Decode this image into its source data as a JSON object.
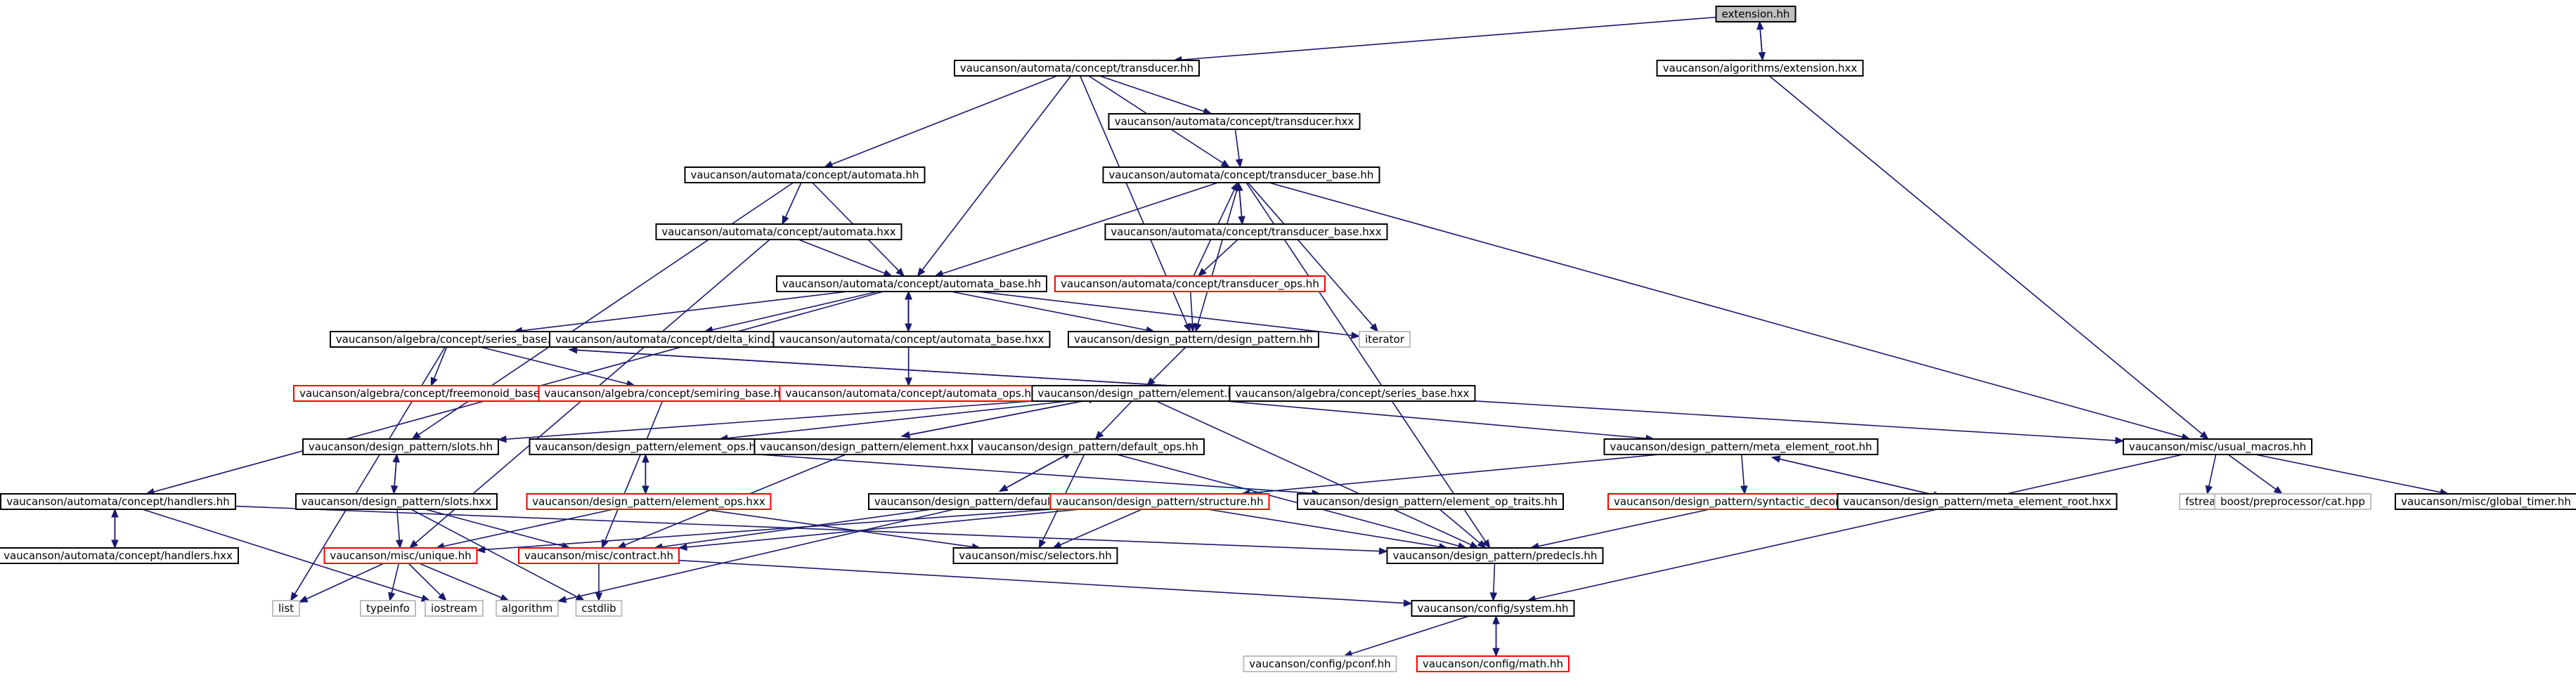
{
  "colors": {
    "edge": "#191970",
    "border_normal": "#000000",
    "border_missing": "#bfbfbf",
    "border_truncated": "#ff0000",
    "root_fill": "#bfbfbf"
  },
  "nodes": [
    {
      "id": "extension_hh",
      "label": "extension.hh",
      "kind": "root"
    },
    {
      "id": "transducer_hh",
      "label": "vaucanson/automata/concept/transducer.hh",
      "kind": "normal"
    },
    {
      "id": "algo_extension_hxx",
      "label": "vaucanson/algorithms/extension.hxx",
      "kind": "normal"
    },
    {
      "id": "transducer_hxx",
      "label": "vaucanson/automata/concept/transducer.hxx",
      "kind": "normal"
    },
    {
      "id": "automata_hh",
      "label": "vaucanson/automata/concept/automata.hh",
      "kind": "normal"
    },
    {
      "id": "transducer_base_hh",
      "label": "vaucanson/automata/concept/transducer_base.hh",
      "kind": "normal"
    },
    {
      "id": "automata_hxx",
      "label": "vaucanson/automata/concept/automata.hxx",
      "kind": "normal"
    },
    {
      "id": "transducer_base_hxx",
      "label": "vaucanson/automata/concept/transducer_base.hxx",
      "kind": "normal"
    },
    {
      "id": "transducer_ops_hh",
      "label": "vaucanson/automata/concept/transducer_ops.hh",
      "kind": "truncated"
    },
    {
      "id": "automata_base_hh",
      "label": "vaucanson/automata/concept/automata_base.hh",
      "kind": "normal"
    },
    {
      "id": "series_base_hh",
      "label": "vaucanson/algebra/concept/series_base.hh",
      "kind": "normal"
    },
    {
      "id": "delta_kind_hh",
      "label": "vaucanson/automata/concept/delta_kind.hh",
      "kind": "normal"
    },
    {
      "id": "automata_base_hxx",
      "label": "vaucanson/automata/concept/automata_base.hxx",
      "kind": "normal"
    },
    {
      "id": "design_pattern_hh",
      "label": "vaucanson/design_pattern/design_pattern.hh",
      "kind": "normal"
    },
    {
      "id": "iterator",
      "label": "iterator",
      "kind": "missing"
    },
    {
      "id": "freemonoid_base_hh",
      "label": "vaucanson/algebra/concept/freemonoid_base.hh",
      "kind": "truncated"
    },
    {
      "id": "semiring_base_hh",
      "label": "vaucanson/algebra/concept/semiring_base.hh",
      "kind": "truncated"
    },
    {
      "id": "automata_ops_hh",
      "label": "vaucanson/automata/concept/automata_ops.hh",
      "kind": "truncated"
    },
    {
      "id": "element_hh",
      "label": "vaucanson/design_pattern/element.hh",
      "kind": "normal"
    },
    {
      "id": "series_base_hxx",
      "label": "vaucanson/algebra/concept/series_base.hxx",
      "kind": "normal"
    },
    {
      "id": "slots_hh",
      "label": "vaucanson/design_pattern/slots.hh",
      "kind": "normal"
    },
    {
      "id": "element_ops_hh",
      "label": "vaucanson/design_pattern/element_ops.hh",
      "kind": "normal"
    },
    {
      "id": "element_hxx",
      "label": "vaucanson/design_pattern/element.hxx",
      "kind": "normal"
    },
    {
      "id": "default_ops_hh",
      "label": "vaucanson/design_pattern/default_ops.hh",
      "kind": "normal"
    },
    {
      "id": "meta_element_root_hh",
      "label": "vaucanson/design_pattern/meta_element_root.hh",
      "kind": "normal"
    },
    {
      "id": "usual_macros_hh",
      "label": "vaucanson/misc/usual_macros.hh",
      "kind": "normal"
    },
    {
      "id": "handlers_hh",
      "label": "vaucanson/automata/concept/handlers.hh",
      "kind": "normal"
    },
    {
      "id": "slots_hxx",
      "label": "vaucanson/design_pattern/slots.hxx",
      "kind": "normal"
    },
    {
      "id": "element_ops_hxx",
      "label": "vaucanson/design_pattern/element_ops.hxx",
      "kind": "truncated"
    },
    {
      "id": "default_ops_hxx",
      "label": "vaucanson/design_pattern/default_ops.hxx",
      "kind": "normal"
    },
    {
      "id": "structure_hh",
      "label": "vaucanson/design_pattern/structure.hh",
      "kind": "truncated"
    },
    {
      "id": "element_op_traits_hh",
      "label": "vaucanson/design_pattern/element_op_traits.hh",
      "kind": "normal"
    },
    {
      "id": "syntactic_decorator_hh",
      "label": "vaucanson/design_pattern/syntactic_decorator.hh",
      "kind": "truncated"
    },
    {
      "id": "meta_element_root_hxx",
      "label": "vaucanson/design_pattern/meta_element_root.hxx",
      "kind": "normal"
    },
    {
      "id": "fstream",
      "label": "fstream",
      "kind": "missing"
    },
    {
      "id": "boost_cat",
      "label": "boost/preprocessor/cat.hpp",
      "kind": "missing"
    },
    {
      "id": "global_timer_hh",
      "label": "vaucanson/misc/global_timer.hh",
      "kind": "normal"
    },
    {
      "id": "handlers_hxx",
      "label": "vaucanson/automata/concept/handlers.hxx",
      "kind": "normal"
    },
    {
      "id": "unique_hh",
      "label": "vaucanson/misc/unique.hh",
      "kind": "truncated"
    },
    {
      "id": "contract_hh",
      "label": "vaucanson/misc/contract.hh",
      "kind": "truncated"
    },
    {
      "id": "selectors_hh",
      "label": "vaucanson/misc/selectors.hh",
      "kind": "normal"
    },
    {
      "id": "predecls_hh",
      "label": "vaucanson/design_pattern/predecls.hh",
      "kind": "normal"
    },
    {
      "id": "list",
      "label": "list",
      "kind": "missing"
    },
    {
      "id": "typeinfo",
      "label": "typeinfo",
      "kind": "missing"
    },
    {
      "id": "iostream",
      "label": "iostream",
      "kind": "missing"
    },
    {
      "id": "algorithm",
      "label": "algorithm",
      "kind": "missing"
    },
    {
      "id": "cstdlib",
      "label": "cstdlib",
      "kind": "missing"
    },
    {
      "id": "system_hh",
      "label": "vaucanson/config/system.hh",
      "kind": "normal"
    },
    {
      "id": "pconf_hh",
      "label": "vaucanson/config/pconf.hh",
      "kind": "missing"
    },
    {
      "id": "math_hh",
      "label": "vaucanson/config/math.hh",
      "kind": "truncated"
    }
  ],
  "edges": [
    [
      "extension_hh",
      "transducer_hh"
    ],
    [
      "extension_hh",
      "algo_extension_hxx"
    ],
    [
      "algo_extension_hxx",
      "extension_hh"
    ],
    [
      "algo_extension_hxx",
      "usual_macros_hh"
    ],
    [
      "transducer_hh",
      "automata_hh"
    ],
    [
      "transducer_hh",
      "transducer_hxx"
    ],
    [
      "transducer_hh",
      "transducer_base_hh"
    ],
    [
      "transducer_hh",
      "automata_base_hh"
    ],
    [
      "transducer_hh",
      "design_pattern_hh"
    ],
    [
      "transducer_hxx",
      "transducer_base_hh"
    ],
    [
      "automata_hh",
      "automata_hxx"
    ],
    [
      "automata_hh",
      "automata_base_hh"
    ],
    [
      "automata_hh",
      "slots_hh"
    ],
    [
      "automata_hxx",
      "automata_base_hh"
    ],
    [
      "automata_hxx",
      "unique_hh"
    ],
    [
      "transducer_base_hh",
      "transducer_base_hxx"
    ],
    [
      "transducer_base_hh",
      "automata_base_hh"
    ],
    [
      "transducer_base_hh",
      "design_pattern_hh"
    ],
    [
      "transducer_base_hh",
      "iterator"
    ],
    [
      "transducer_base_hh",
      "usual_macros_hh"
    ],
    [
      "transducer_base_hh",
      "predecls_hh"
    ],
    [
      "transducer_base_hxx",
      "transducer_base_hh"
    ],
    [
      "transducer_base_hxx",
      "transducer_ops_hh"
    ],
    [
      "transducer_ops_hh",
      "transducer_base_hh"
    ],
    [
      "transducer_ops_hh",
      "design_pattern_hh"
    ],
    [
      "automata_base_hh",
      "series_base_hh"
    ],
    [
      "automata_base_hh",
      "delta_kind_hh"
    ],
    [
      "automata_base_hh",
      "automata_base_hxx"
    ],
    [
      "automata_base_hh",
      "design_pattern_hh"
    ],
    [
      "automata_base_hh",
      "iterator"
    ],
    [
      "automata_base_hh",
      "handlers_hh"
    ],
    [
      "automata_base_hh",
      "automata_ops_hh"
    ],
    [
      "automata_base_hxx",
      "automata_base_hh"
    ],
    [
      "automata_ops_hh",
      "automata_base_hh"
    ],
    [
      "series_base_hh",
      "freemonoid_base_hh"
    ],
    [
      "series_base_hh",
      "semiring_base_hh"
    ],
    [
      "series_base_hh",
      "series_base_hxx"
    ],
    [
      "series_base_hh",
      "list"
    ],
    [
      "series_base_hxx",
      "series_base_hh"
    ],
    [
      "series_base_hxx",
      "usual_macros_hh"
    ],
    [
      "semiring_base_hh",
      "contract_hh"
    ],
    [
      "design_pattern_hh",
      "element_hh"
    ],
    [
      "element_hh",
      "slots_hh"
    ],
    [
      "element_hh",
      "element_ops_hh"
    ],
    [
      "element_hh",
      "element_hxx"
    ],
    [
      "element_hh",
      "default_ops_hh"
    ],
    [
      "element_hh",
      "meta_element_root_hh"
    ],
    [
      "element_hh",
      "predecls_hh"
    ],
    [
      "element_hxx",
      "element_hh"
    ],
    [
      "element_hxx",
      "contract_hh"
    ],
    [
      "slots_hh",
      "slots_hxx"
    ],
    [
      "slots_hxx",
      "slots_hh"
    ],
    [
      "slots_hxx",
      "unique_hh"
    ],
    [
      "slots_hxx",
      "contract_hh"
    ],
    [
      "slots_hxx",
      "cstdlib"
    ],
    [
      "element_ops_hh",
      "element_ops_hxx"
    ],
    [
      "element_ops_hh",
      "element_op_traits_hh"
    ],
    [
      "element_ops_hxx",
      "element_ops_hh"
    ],
    [
      "element_ops_hxx",
      "unique_hh"
    ],
    [
      "element_ops_hxx",
      "selectors_hh"
    ],
    [
      "default_ops_hh",
      "default_ops_hxx"
    ],
    [
      "default_ops_hh",
      "selectors_hh"
    ],
    [
      "default_ops_hh",
      "predecls_hh"
    ],
    [
      "default_ops_hxx",
      "default_ops_hh"
    ],
    [
      "default_ops_hxx",
      "contract_hh"
    ],
    [
      "default_ops_hxx",
      "algorithm"
    ],
    [
      "meta_element_root_hh",
      "structure_hh"
    ],
    [
      "meta_element_root_hh",
      "syntactic_decorator_hh"
    ],
    [
      "meta_element_root_hh",
      "meta_element_root_hxx"
    ],
    [
      "meta_element_root_hxx",
      "meta_element_root_hh"
    ],
    [
      "structure_hh",
      "unique_hh"
    ],
    [
      "structure_hh",
      "contract_hh"
    ],
    [
      "structure_hh",
      "selectors_hh"
    ],
    [
      "structure_hh",
      "predecls_hh"
    ],
    [
      "element_op_traits_hh",
      "predecls_hh"
    ],
    [
      "syntactic_decorator_hh",
      "predecls_hh"
    ],
    [
      "usual_macros_hh",
      "fstream"
    ],
    [
      "usual_macros_hh",
      "boost_cat"
    ],
    [
      "usual_macros_hh",
      "global_timer_hh"
    ],
    [
      "usual_macros_hh",
      "system_hh"
    ],
    [
      "handlers_hh",
      "handlers_hxx"
    ],
    [
      "handlers_hh",
      "predecls_hh"
    ],
    [
      "handlers_hh",
      "iostream"
    ],
    [
      "handlers_hxx",
      "handlers_hh"
    ],
    [
      "unique_hh",
      "list"
    ],
    [
      "unique_hh",
      "typeinfo"
    ],
    [
      "unique_hh",
      "iostream"
    ],
    [
      "unique_hh",
      "algorithm"
    ],
    [
      "contract_hh",
      "cstdlib"
    ],
    [
      "contract_hh",
      "system_hh"
    ],
    [
      "predecls_hh",
      "system_hh"
    ],
    [
      "system_hh",
      "pconf_hh"
    ],
    [
      "system_hh",
      "math_hh"
    ],
    [
      "math_hh",
      "system_hh"
    ]
  ]
}
